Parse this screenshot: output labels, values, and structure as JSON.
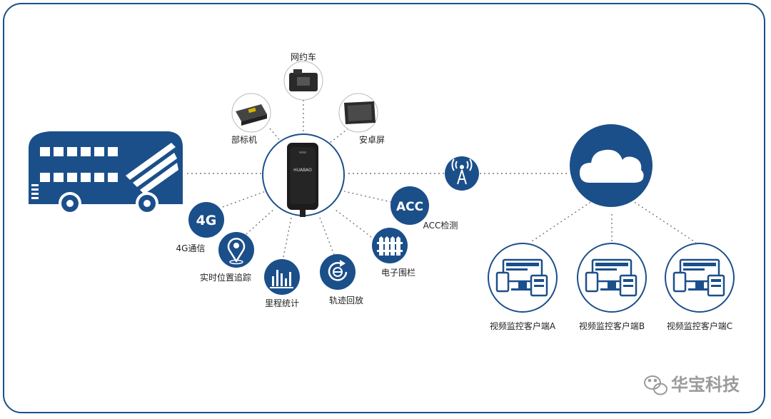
{
  "colors": {
    "primary": "#1b4f8a",
    "dotted_line": "#777777",
    "frame_border": "#1b4f8a"
  },
  "devices": {
    "wangyueche": "网约车",
    "bubiaoji": "部标机",
    "anzhuoping": "安卓屏"
  },
  "terminal": {
    "brand_text": "HUABAO"
  },
  "features": {
    "net_4g": {
      "badge": "4G",
      "label": "4G通信",
      "icon": "4g-icon"
    },
    "location": {
      "label": "实时位置追踪",
      "icon": "location-pin-icon"
    },
    "mileage": {
      "label": "里程统计",
      "icon": "bar-chart-icon"
    },
    "track": {
      "label": "轨迹回放",
      "icon": "replay-icon"
    },
    "fence": {
      "label": "电子围栏",
      "icon": "fence-icon"
    },
    "acc": {
      "badge": "ACC",
      "label": "ACC检测",
      "icon": "acc-icon"
    }
  },
  "network": {
    "tower_icon": "signal-tower-icon",
    "cloud_icon": "cloud-icon"
  },
  "clients": [
    {
      "label": "视频监控客户端A",
      "icon": "multi-screen-icon"
    },
    {
      "label": "视频监控客户端B",
      "icon": "multi-screen-icon"
    },
    {
      "label": "视频监控客户端C",
      "icon": "multi-screen-icon"
    }
  ],
  "watermark": {
    "text": "华宝科技",
    "icon": "wechat-icon"
  }
}
